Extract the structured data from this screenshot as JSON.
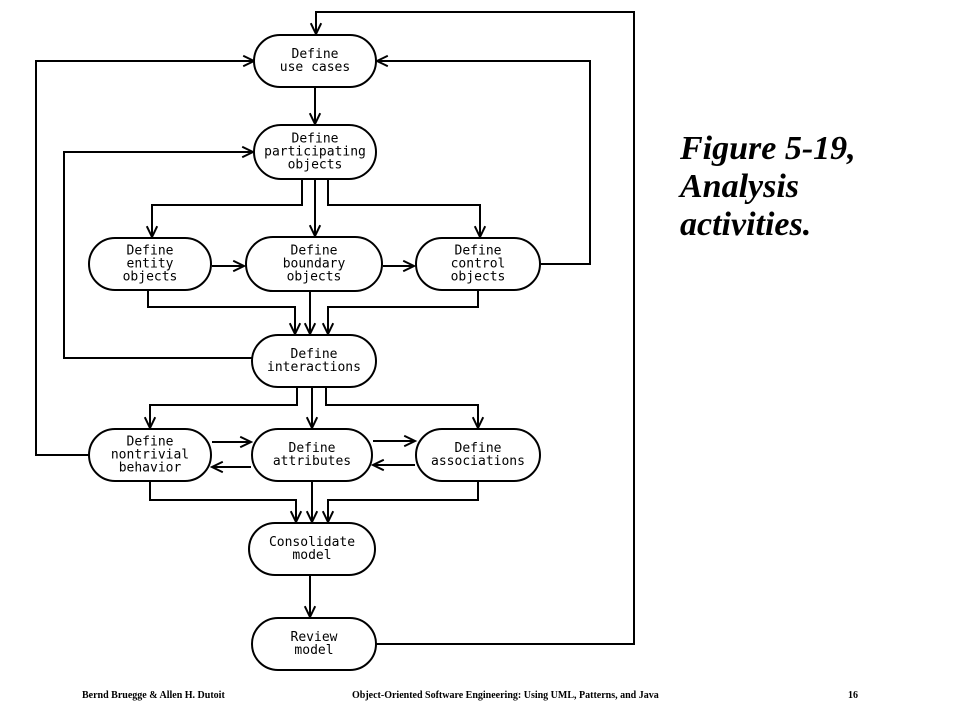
{
  "caption": [
    "Figure 5-19,",
    "Analysis",
    "activities."
  ],
  "footer": {
    "authors": "Bernd Bruegge & Allen H. Dutoit",
    "book": "Object-Oriented Software Engineering: Using UML, Patterns, and Java",
    "page": "16"
  },
  "nodes": [
    {
      "id": "define-use-cases",
      "lines": [
        "Define",
        "use cases"
      ]
    },
    {
      "id": "define-participating-objects",
      "lines": [
        "Define",
        "participating",
        "objects"
      ]
    },
    {
      "id": "define-entity-objects",
      "lines": [
        "Define",
        "entity",
        "objects"
      ]
    },
    {
      "id": "define-boundary-objects",
      "lines": [
        "Define",
        "boundary",
        "objects"
      ]
    },
    {
      "id": "define-control-objects",
      "lines": [
        "Define",
        "control",
        "objects"
      ]
    },
    {
      "id": "define-interactions",
      "lines": [
        "Define",
        "interactions"
      ]
    },
    {
      "id": "define-nontrivial-behavior",
      "lines": [
        "Define",
        "nontrivial",
        "behavior"
      ]
    },
    {
      "id": "define-attributes",
      "lines": [
        "Define",
        "attributes"
      ]
    },
    {
      "id": "define-associations",
      "lines": [
        "Define",
        "associations"
      ]
    },
    {
      "id": "consolidate-model",
      "lines": [
        "Consolidate",
        "model"
      ]
    },
    {
      "id": "review-model",
      "lines": [
        "Review",
        "model"
      ]
    }
  ],
  "edges": [
    {
      "from": "define-use-cases",
      "to": "define-participating-objects"
    },
    {
      "from": "define-participating-objects",
      "to": "define-entity-objects"
    },
    {
      "from": "define-participating-objects",
      "to": "define-boundary-objects"
    },
    {
      "from": "define-participating-objects",
      "to": "define-control-objects"
    },
    {
      "from": "define-entity-objects",
      "to": "define-boundary-objects"
    },
    {
      "from": "define-boundary-objects",
      "to": "define-control-objects"
    },
    {
      "from": "define-control-objects",
      "to": "define-use-cases"
    },
    {
      "from": "define-entity-objects",
      "to": "define-interactions"
    },
    {
      "from": "define-boundary-objects",
      "to": "define-interactions"
    },
    {
      "from": "define-control-objects",
      "to": "define-interactions"
    },
    {
      "from": "define-interactions",
      "to": "define-participating-objects"
    },
    {
      "from": "define-interactions",
      "to": "define-nontrivial-behavior"
    },
    {
      "from": "define-interactions",
      "to": "define-attributes"
    },
    {
      "from": "define-interactions",
      "to": "define-associations"
    },
    {
      "from": "define-nontrivial-behavior",
      "to": "define-use-cases"
    },
    {
      "from": "define-nontrivial-behavior",
      "to": "define-attributes"
    },
    {
      "from": "define-attributes",
      "to": "define-nontrivial-behavior"
    },
    {
      "from": "define-attributes",
      "to": "define-associations"
    },
    {
      "from": "define-associations",
      "to": "define-attributes"
    },
    {
      "from": "define-nontrivial-behavior",
      "to": "consolidate-model"
    },
    {
      "from": "define-attributes",
      "to": "consolidate-model"
    },
    {
      "from": "define-associations",
      "to": "consolidate-model"
    },
    {
      "from": "consolidate-model",
      "to": "review-model"
    },
    {
      "from": "review-model",
      "to": "define-use-cases"
    }
  ]
}
